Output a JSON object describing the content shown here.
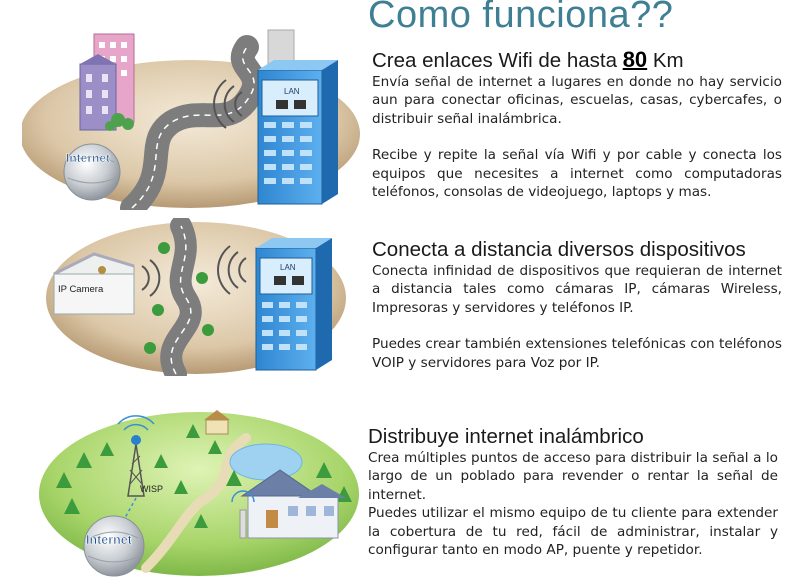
{
  "title": "Como funciona??",
  "sections": [
    {
      "heading_pre": "Crea enlaces Wifi de hasta ",
      "heading_num": "80",
      "heading_post": " Km",
      "p1": "Envía señal de internet a lugares en donde no hay servicio aun para conectar oficinas, escuelas, casas, cybercafes, o distribuir señal inalámbrica.",
      "p2": "Recibe y repite la señal vía Wifi y por cable y conecta los equipos que necesites a internet como computadoras teléfonos, consolas de videojuego, laptops y mas."
    },
    {
      "heading": "Conecta a distancia diversos dispositivos",
      "p1": "Conecta infinidad de dispositivos que requieran de internet a distancia tales como cámaras IP, cámaras Wireless, Impresoras y servidores y teléfonos IP.",
      "p2": "Puedes crear también extensiones telefónicas con teléfonos VOIP y servidores para Voz por IP."
    },
    {
      "heading": "Distribuye internet inalámbrico",
      "p1": "Crea múltiples puntos de acceso para distribuir la señal a lo largo de un poblado para revender o rentar la señal de internet.",
      "p2": "Puedes utilizar el mismo equipo de tu cliente para extender la cobertura de tu red, fácil de administrar, instalar y configurar tanto en modo AP, puente y repetidor."
    }
  ],
  "illustrations": {
    "one": {
      "globe_label": "Internet",
      "lan_label": "LAN"
    },
    "two": {
      "camera_label": "IP Camera",
      "lan_label": "LAN"
    },
    "three": {
      "tower_label": "WISP",
      "globe_label": "Internet"
    }
  },
  "colors": {
    "title": "#3f7f93",
    "ground": "#cdb89b",
    "road": "#8c8c8c",
    "building_blue": "#3a8fd6",
    "grass": "#9ccc5a",
    "tree": "#3c9b3c"
  }
}
